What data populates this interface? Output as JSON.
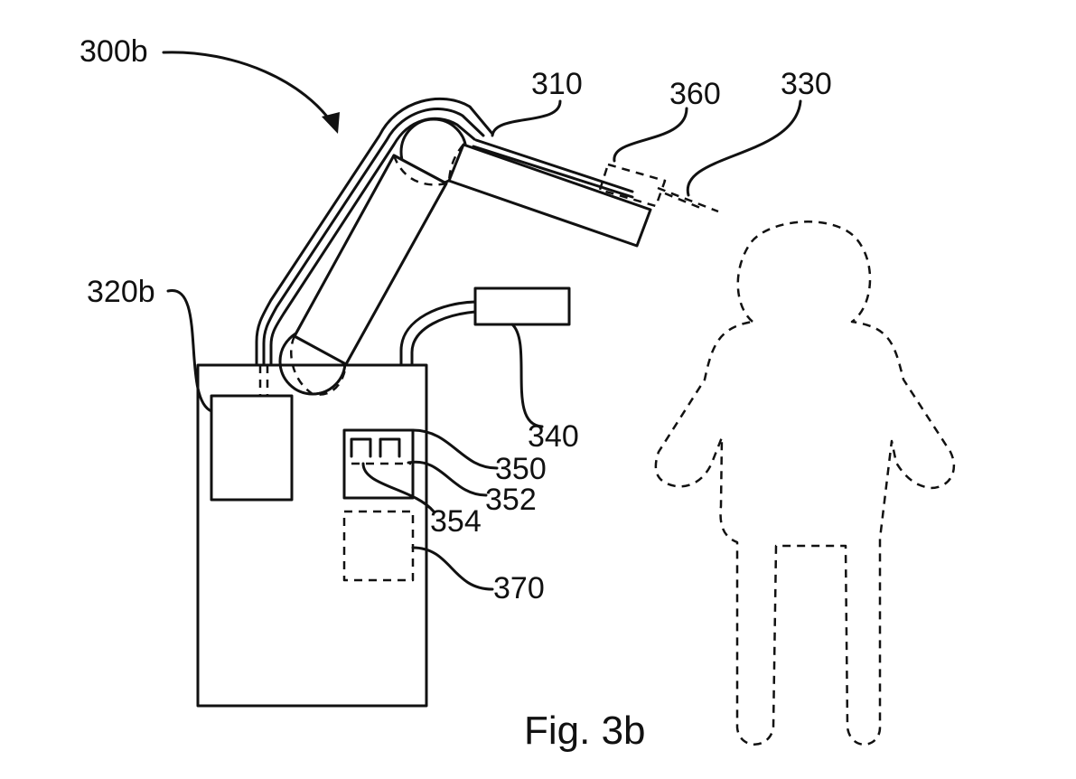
{
  "figure": {
    "caption": "Fig. 3b",
    "labels": {
      "l300b": "300b",
      "l310": "310",
      "l360": "360",
      "l330": "330",
      "l320b": "320b",
      "l340": "340",
      "l350": "350",
      "l352": "352",
      "l354": "354",
      "l370": "370"
    }
  }
}
